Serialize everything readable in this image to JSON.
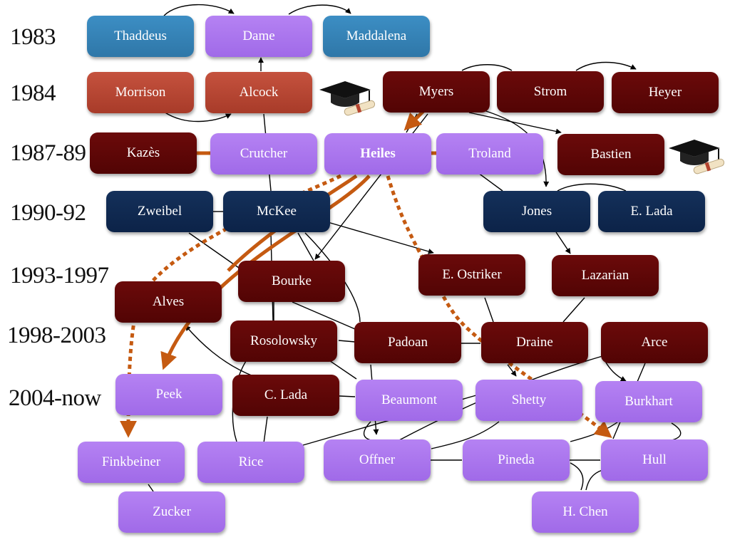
{
  "years": [
    "1983",
    "1984",
    "1987-89",
    "1990-92",
    "1993-1997",
    "1998-2003",
    "2004-now"
  ],
  "colors": {
    "blue": "#3a87bf",
    "red": "#b5442f",
    "maroon": "#5e0808",
    "navy": "#0f2a52",
    "purple": "#a877ef",
    "orange_path": "#c55a11"
  },
  "nodes": {
    "thaddeus": "Thaddeus",
    "dame": "Dame",
    "maddalena": "Maddalena",
    "morrison": "Morrison",
    "alcock": "Alcock",
    "myers": "Myers",
    "strom": "Strom",
    "heyer": "Heyer",
    "kazes": "Kazès",
    "crutcher": "Crutcher",
    "heiles": "Heiles",
    "troland": "Troland",
    "bastien": "Bastien",
    "zweibel": "Zweibel",
    "mckee": "McKee",
    "jones": "Jones",
    "elada": "E. Lada",
    "bourke": "Bourke",
    "eostriker": "E. Ostriker",
    "lazarian": "Lazarian",
    "alves": "Alves",
    "rosolowsky": "Rosolowsky",
    "padoan": "Padoan",
    "draine": "Draine",
    "arce": "Arce",
    "peek": "Peek",
    "clada": "C. Lada",
    "beaumont": "Beaumont",
    "shetty": "Shetty",
    "burkhart": "Burkhart",
    "finkbeiner": "Finkbeiner",
    "rice": "Rice",
    "offner": "Offner",
    "pineda": "Pineda",
    "hull": "Hull",
    "zucker": "Zucker",
    "hchen": "H. Chen"
  },
  "icons": [
    "graduation-cap-icon",
    "graduation-cap-icon"
  ]
}
